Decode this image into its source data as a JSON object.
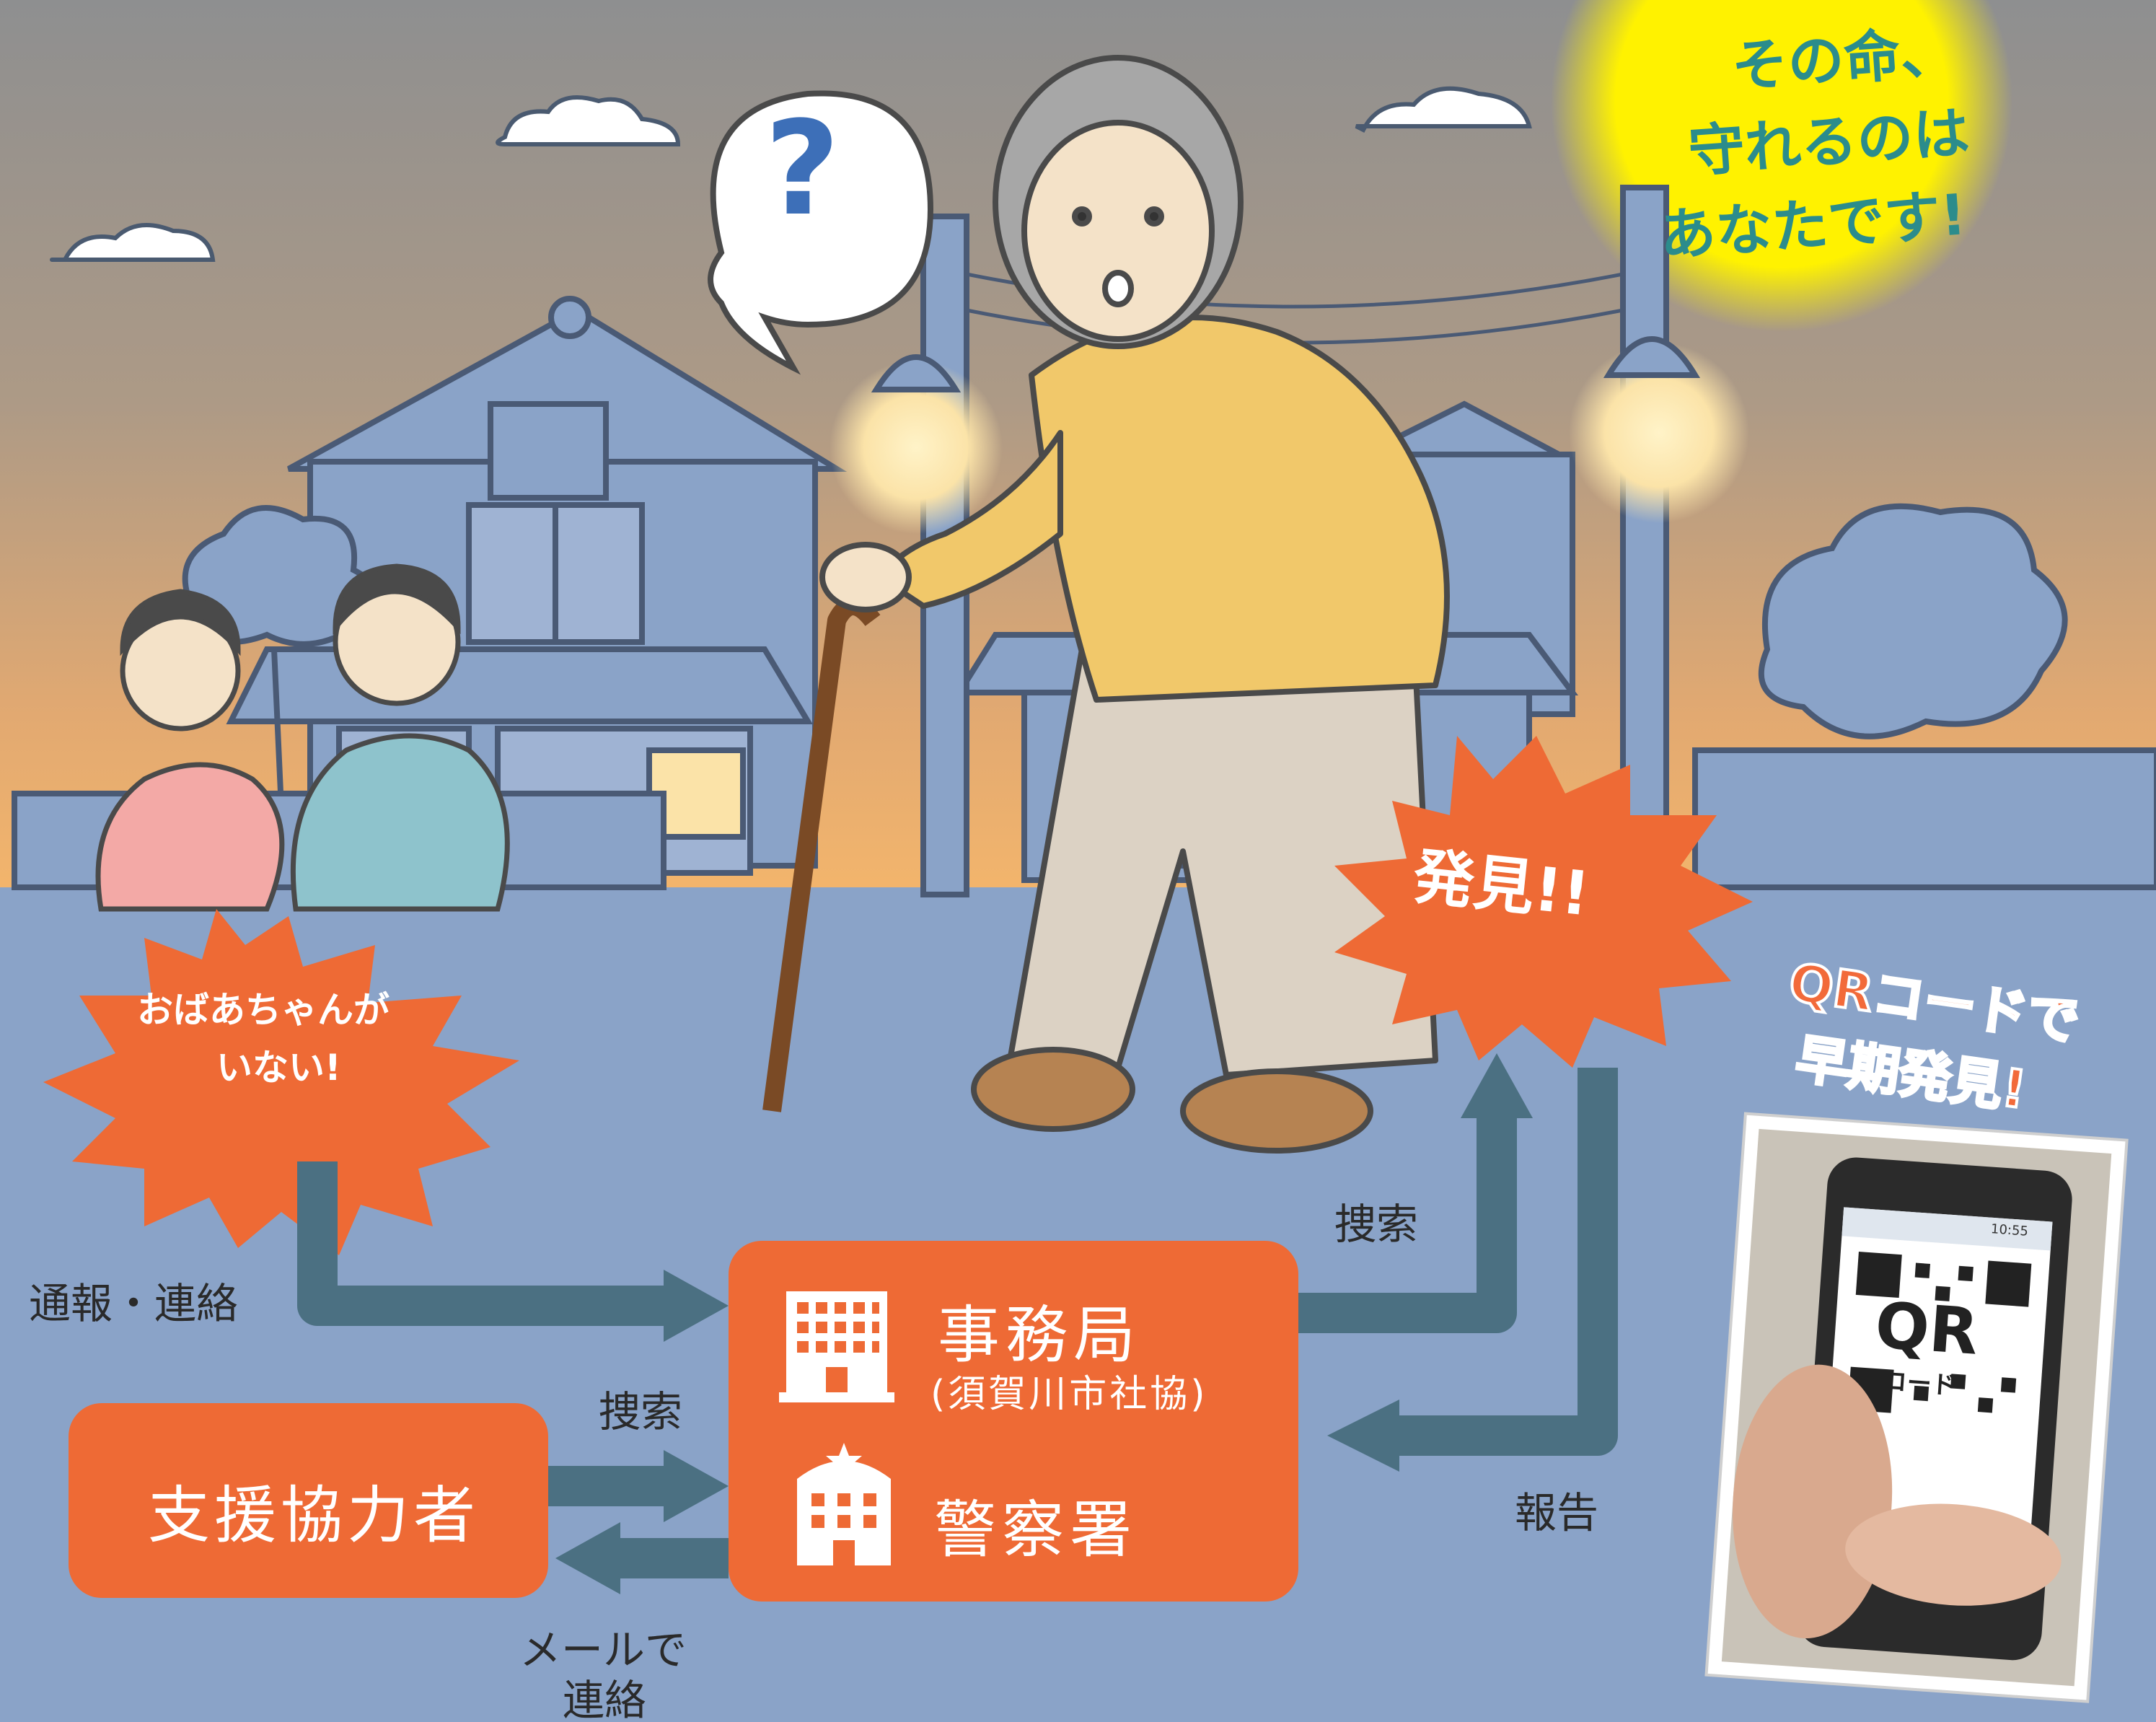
{
  "slogan": {
    "line1": "その命、",
    "line2": "守れるのは",
    "line3": "あなたです!"
  },
  "bubble_question": "?",
  "burst_missing": {
    "line1": "おばあちゃんが",
    "line2": "いない!"
  },
  "burst_found": "発見!!",
  "qr_callout": {
    "line1": "QRコードで",
    "line2": "早期発見!"
  },
  "qr_photo": {
    "qr_text": "QR",
    "qr_sub": "コード",
    "status_time": "10:55"
  },
  "flow": {
    "report_contact": "通報・連絡",
    "search_top": "捜索",
    "search_left": "捜索",
    "report": "報告",
    "mail_line1": "メールで",
    "mail_line2": "連絡"
  },
  "office": {
    "name": "事務局",
    "sub": "(須賀川市社協)",
    "police": "警察署"
  },
  "supporters": "支援協力者",
  "colors": {
    "accent": "#ee6a35",
    "arrow": "#4b7082",
    "ground": "#8aa3c8",
    "sun": "#fff200"
  }
}
